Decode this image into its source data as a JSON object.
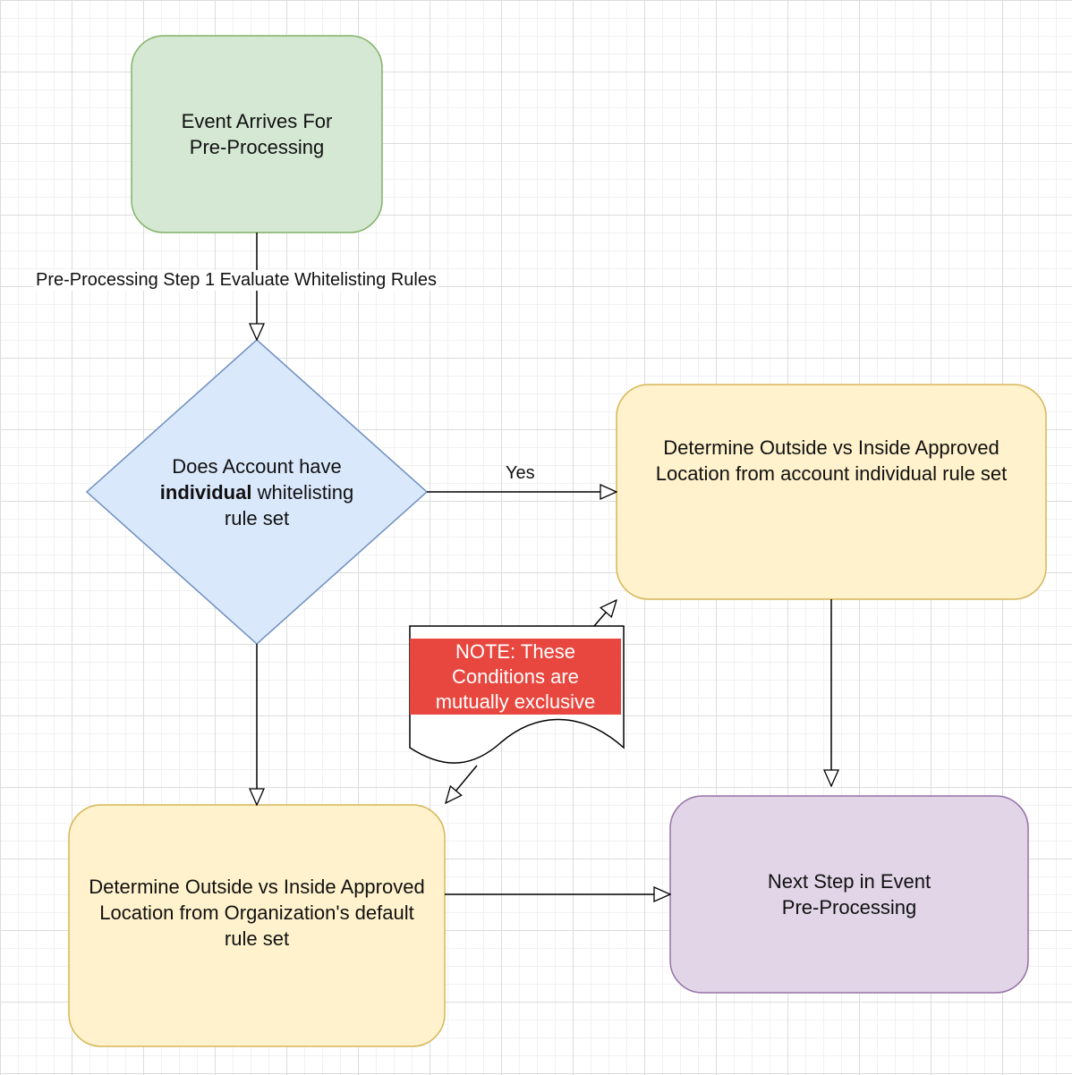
{
  "nodes": {
    "start": {
      "line1": "Event Arrives For",
      "line2": "Pre-Processing"
    },
    "decision": {
      "line1": "Does Account have",
      "bold": "individual",
      "rest": " whitelisting",
      "line3": "rule set"
    },
    "individual": {
      "line1": "Determine Outside vs Inside Approved",
      "line2": "Location from account individual rule set"
    },
    "organization": {
      "line1": "Determine Outside vs Inside Approved",
      "line2": "Location from Organization's default",
      "line3": "rule set"
    },
    "next": {
      "line1": "Next Step in Event",
      "line2": "Pre-Processing"
    }
  },
  "edges": {
    "step1_label": "Pre-Processing Step 1 Evaluate Whitelisting Rules",
    "yes_label": "Yes"
  },
  "note": {
    "line1": "NOTE: These",
    "line2": "Conditions are",
    "line3": "mutually exclusive"
  },
  "colors": {
    "start_fill": "#d5e8d4",
    "start_stroke": "#82b366",
    "decision_fill": "#dae8fc",
    "decision_stroke": "#6c8ebf",
    "process_fill": "#fff2cc",
    "process_stroke": "#d6b656",
    "next_fill": "#e1d5e7",
    "next_stroke": "#9673a6",
    "note_highlight": "#e8473f"
  }
}
